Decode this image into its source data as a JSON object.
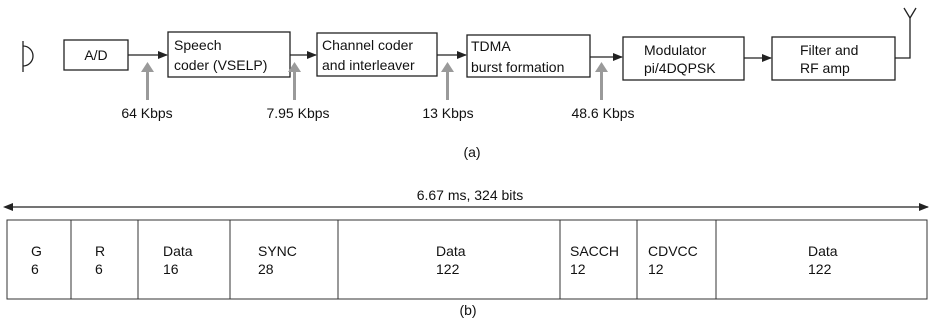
{
  "colors": {
    "line": "#222222",
    "rate_arrow": "#9a9a9a",
    "background": "#ffffff"
  },
  "diagram_a": {
    "blocks": [
      {
        "id": "ad",
        "lines": [
          "A/D"
        ]
      },
      {
        "id": "speech-coder",
        "lines": [
          "Speech",
          "coder (VSELP)"
        ]
      },
      {
        "id": "channel-coder",
        "lines": [
          "Channel coder",
          "and interleaver"
        ]
      },
      {
        "id": "tdma",
        "lines": [
          "TDMA",
          "burst formation"
        ]
      },
      {
        "id": "modulator",
        "lines": [
          "Modulator",
          "pi/4DQPSK"
        ]
      },
      {
        "id": "filter",
        "lines": [
          "Filter and",
          "RF amp"
        ]
      }
    ],
    "rates": [
      "64 Kbps",
      "7.95 Kbps",
      "13 Kbps",
      "48.6 Kbps"
    ],
    "caption": "(a)"
  },
  "diagram_b": {
    "span_label": "6.67 ms, 324 bits",
    "fields": [
      {
        "name": "G",
        "bits": "6"
      },
      {
        "name": "R",
        "bits": "6"
      },
      {
        "name": "Data",
        "bits": "16"
      },
      {
        "name": "SYNC",
        "bits": "28"
      },
      {
        "name": "Data",
        "bits": "122"
      },
      {
        "name": "SACCH",
        "bits": "12"
      },
      {
        "name": "CDVCC",
        "bits": "12"
      },
      {
        "name": "Data",
        "bits": "122"
      }
    ],
    "caption": "(b)"
  }
}
